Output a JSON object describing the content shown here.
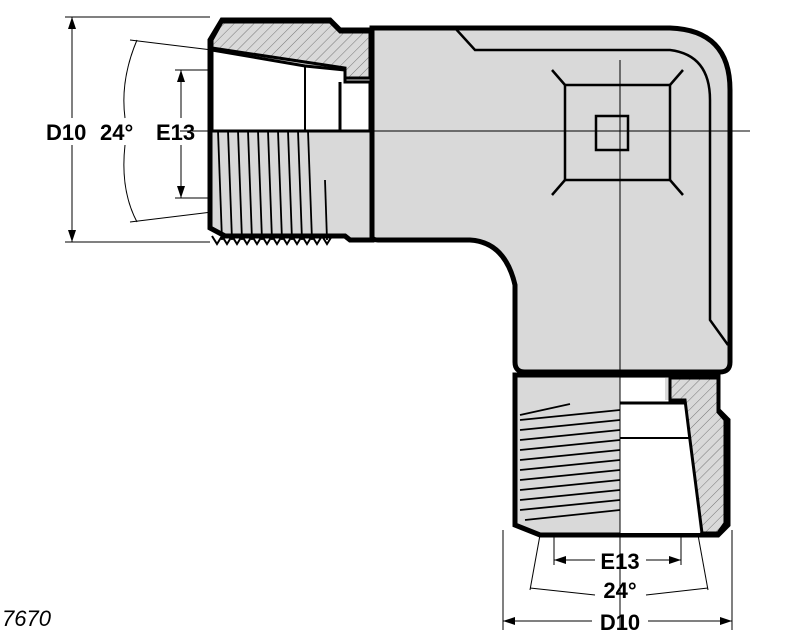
{
  "drawing": {
    "part_number": "7670",
    "left_port": {
      "d_label": "D10",
      "angle_label": "24°",
      "e_label": "E13"
    },
    "bottom_port": {
      "d_label": "D10",
      "angle_label": "24°",
      "e_label": "E13"
    },
    "colors": {
      "body": "#d9d9d9",
      "outline": "#000000",
      "hatch": "#777777",
      "bore": "#ffffff"
    }
  }
}
